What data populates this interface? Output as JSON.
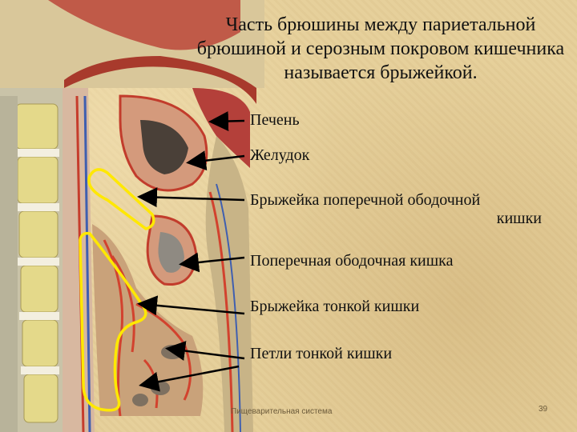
{
  "slide": {
    "title": "Часть брюшины между париетальной брюшиной и серозным покровом кишечника называется брыжейкой.",
    "labels": {
      "liver": "Печень",
      "stomach": "Желудок",
      "transverse_mesocolon_line1": "Брыжейка поперечной ободочной",
      "transverse_mesocolon_line2": "кишки",
      "transverse_colon": "Поперечная ободочная кишка",
      "small_intestine_mesentery": "Брыжейка тонкой кишки",
      "small_intestine_loops": "Петли тонкой кишки"
    },
    "footer": "Пищеварительная система",
    "page_number": "39"
  },
  "colors": {
    "background": "#e6d09b",
    "highlight_outline": "#ffe800",
    "arrow": "#000000"
  }
}
